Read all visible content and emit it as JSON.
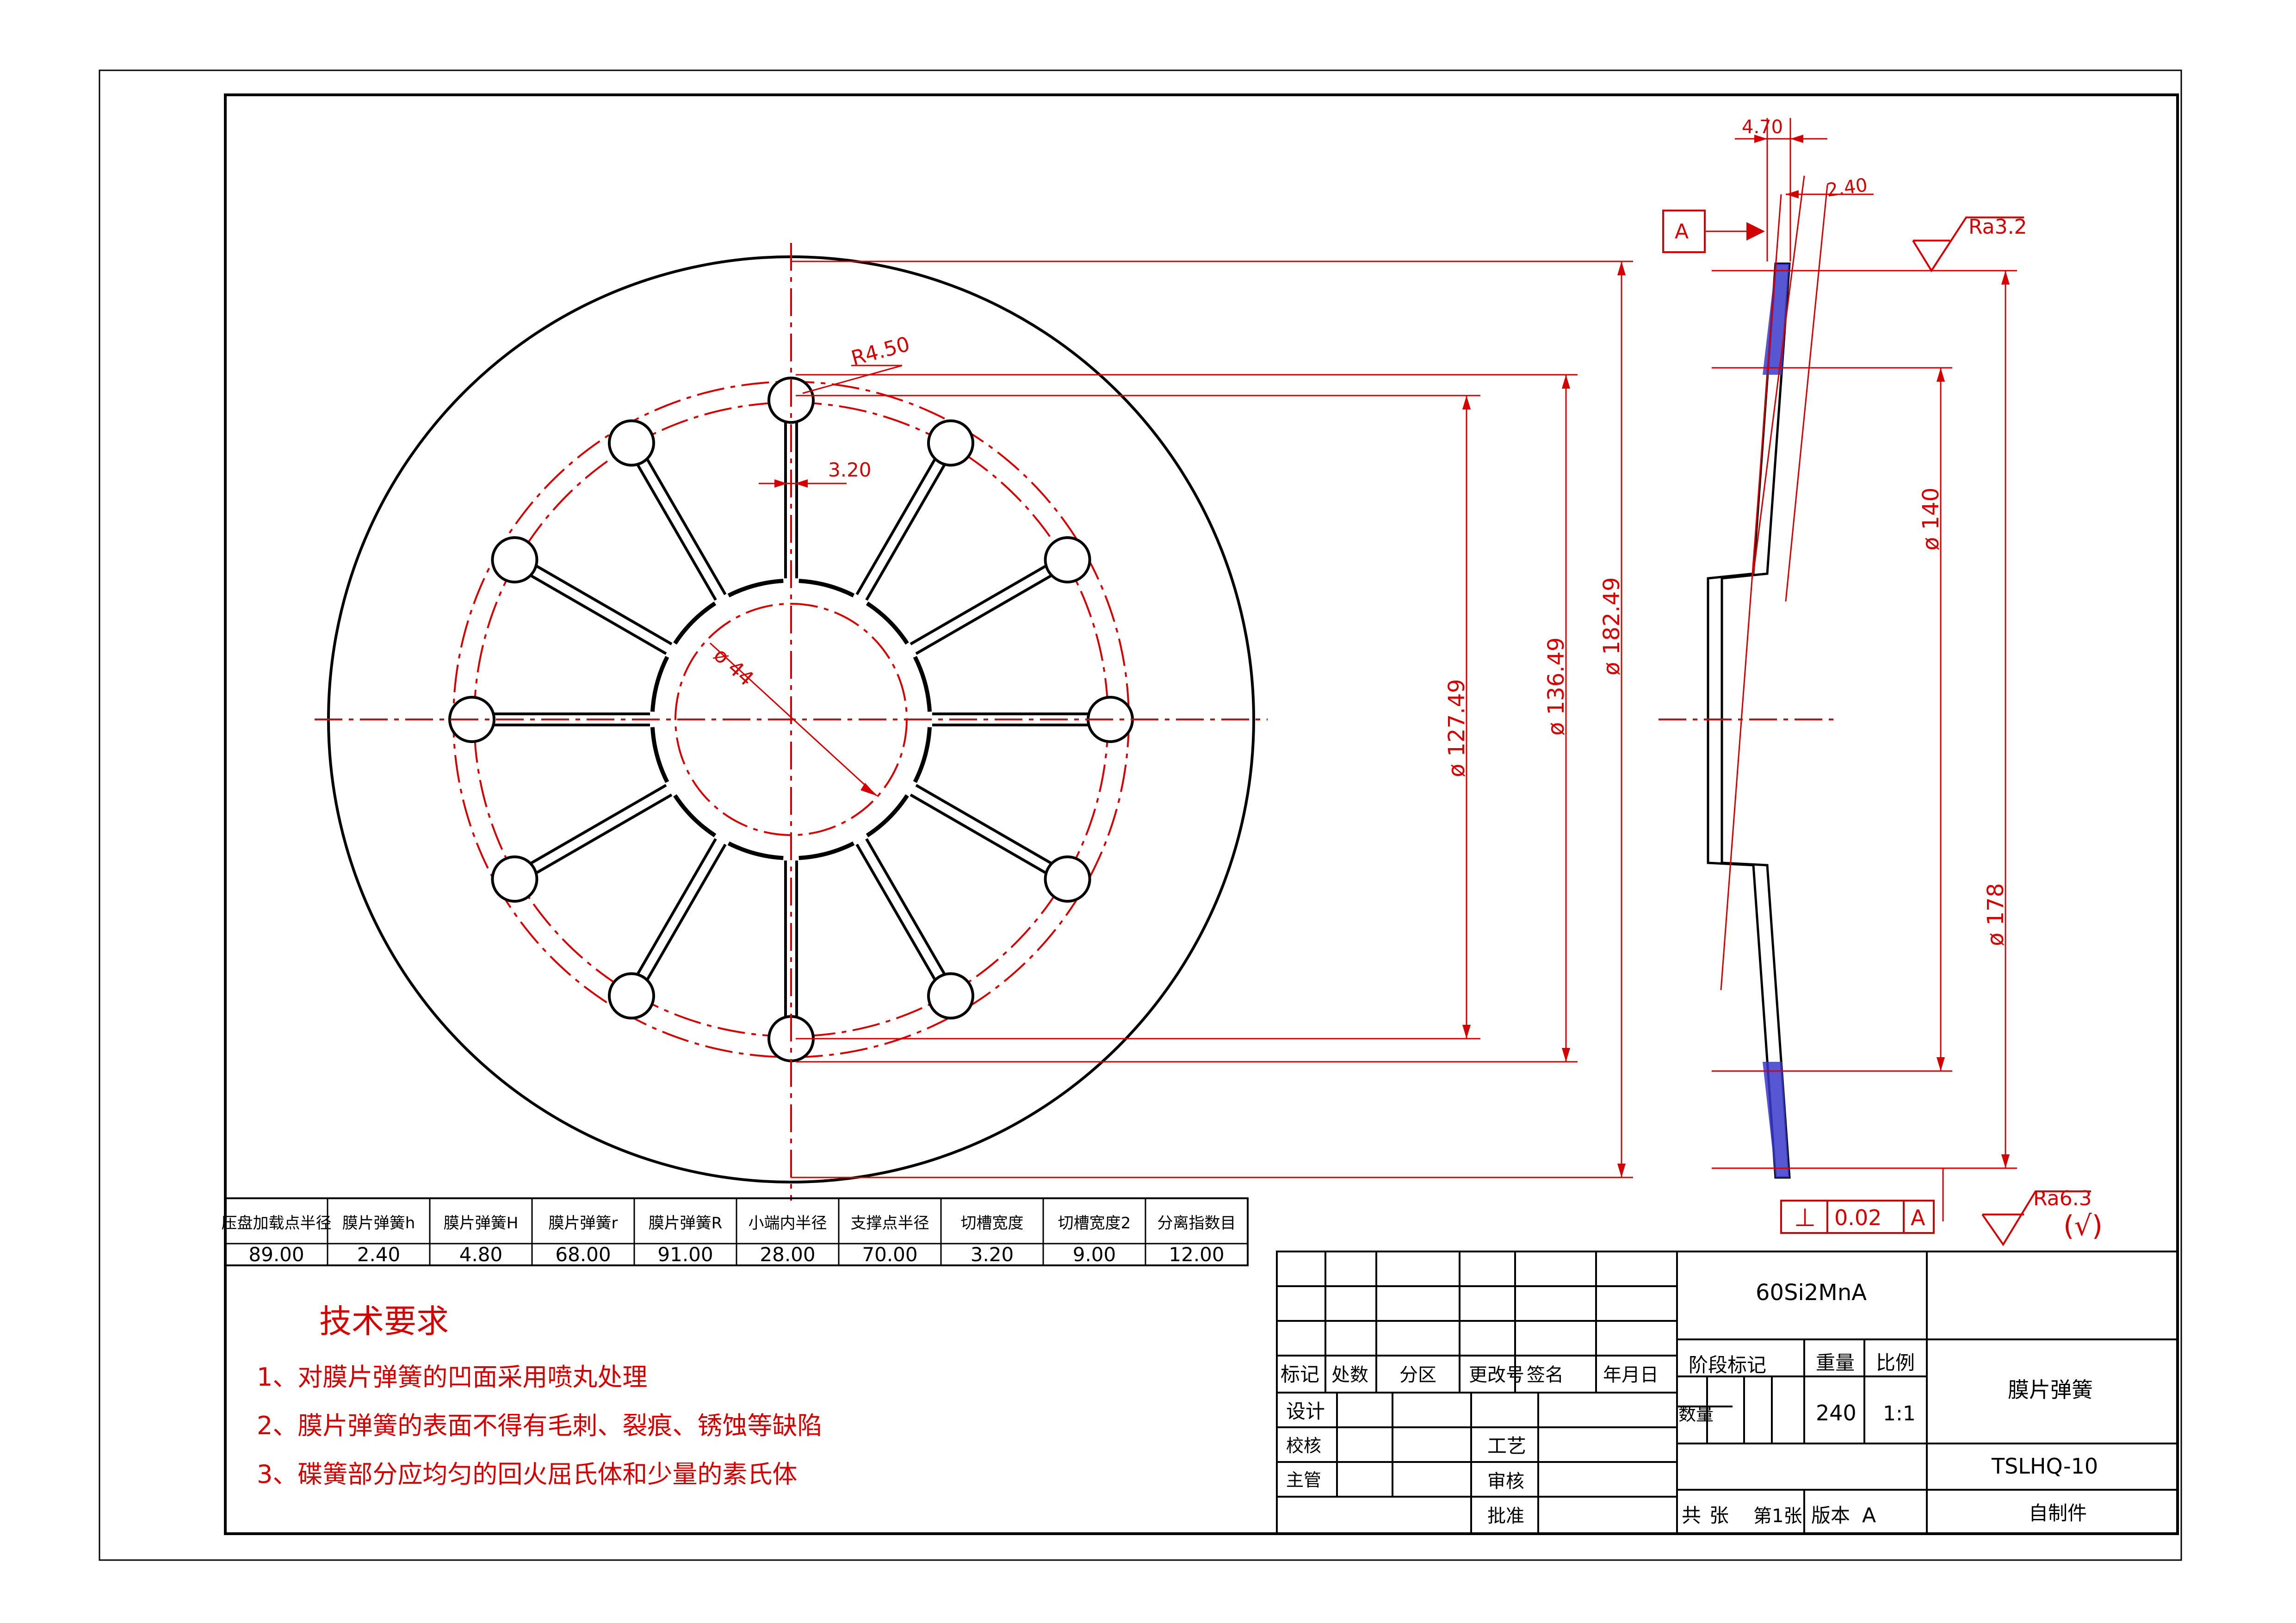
{
  "params": {
    "headers": [
      "压盘加载点半径",
      "膜片弹簧h",
      "膜片弹簧H",
      "膜片弹簧r",
      "膜片弹簧R",
      "小端内半径",
      "支撑点半径",
      "切槽宽度",
      "切槽宽度2",
      "分离指数目"
    ],
    "values": [
      "89.00",
      "2.40",
      "4.80",
      "68.00",
      "91.00",
      "28.00",
      "70.00",
      "3.20",
      "9.00",
      "12.00"
    ]
  },
  "tech": {
    "title": "技术要求",
    "items": [
      "1、对膜片弹簧的凹面采用喷丸处理",
      "2、膜片弹簧的表面不得有毛刺、裂痕、锈蚀等缺陷",
      "3、碟簧部分应均匀的回火屈氏体和少量的素氏体"
    ]
  },
  "dims": {
    "d182": "ø 182.49",
    "d136": "ø 136.49",
    "d127": "ø 127.49",
    "d44": "ø 44",
    "r450": "R4.50",
    "w320": "3.20",
    "t470": "4.70",
    "t240": "2.40",
    "d140": "ø 140",
    "d178": "ø 178",
    "datum": "A",
    "ra32": "Ra3.2",
    "ra63": "Ra6.3",
    "ra63_paren": "(√)",
    "tol_sym": "⊥",
    "tol_val": "0.02",
    "tol_ref": "A"
  },
  "title_block": {
    "material": "60Si2MnA",
    "labels": {
      "biaoji": "标记",
      "chushu": "处数",
      "fenqu": "分区",
      "gengai": "更改号",
      "qianming": "签名",
      "nianyueri": "年月日",
      "sheji": "设计",
      "jiaohe": "校核",
      "zhuguan": "主管",
      "gongyi": "工艺",
      "shenhe": "审核",
      "pizhun": "批准",
      "jieduan": "阶段标记",
      "zhongliang": "重量",
      "bili": "比例",
      "shuliang": "数量",
      "gong": "共",
      "zhang1": "张",
      "di": "第",
      "zhang2": "1张",
      "banben": "版本"
    },
    "weight": "240",
    "scale": "1:1",
    "part_name": "膜片弹簧",
    "drawing_no": "TSLHQ-10",
    "version": "A",
    "source": "自制件"
  }
}
